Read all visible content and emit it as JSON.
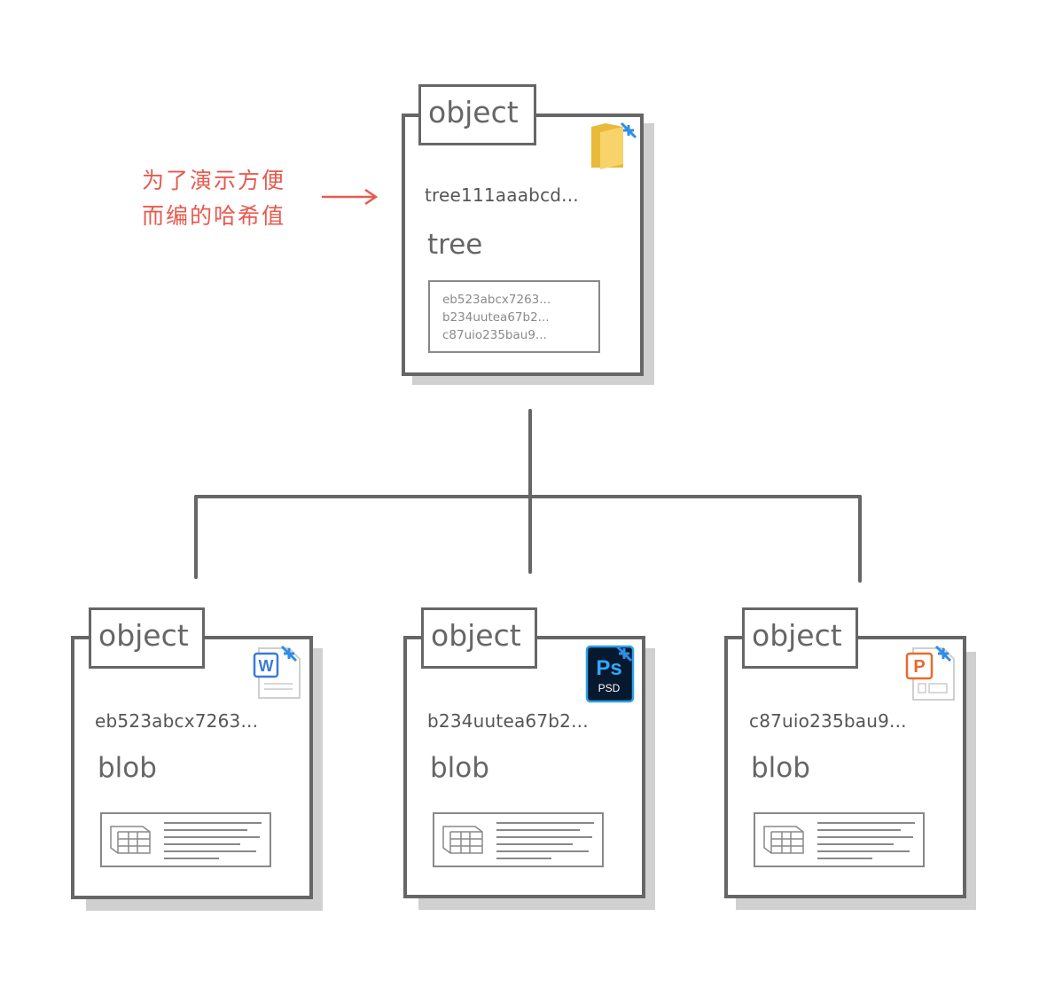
{
  "annotation": {
    "line1": "为了演示方便",
    "line2": "而编的哈希值"
  },
  "tree": {
    "tag": "object",
    "hash": "tree111aaabcd...",
    "type": "tree",
    "icon": "folder-icon",
    "entries": [
      "eb523abcx7263...",
      "b234uutea67b2...",
      "c87uio235bau9..."
    ]
  },
  "blobs": [
    {
      "tag": "object",
      "hash": "eb523abcx7263...",
      "type": "blob",
      "icon": "word-document-icon",
      "icon_label": "W"
    },
    {
      "tag": "object",
      "hash": "b234uutea67b2...",
      "type": "blob",
      "icon": "photoshop-psd-icon",
      "icon_label": "Ps",
      "icon_sublabel": "PSD"
    },
    {
      "tag": "object",
      "hash": "c87uio235bau9...",
      "type": "blob",
      "icon": "powerpoint-document-icon",
      "icon_label": "P"
    }
  ],
  "colors": {
    "border": "#666666",
    "shadow": "#d0d0d0",
    "annotation": "#e85a4f",
    "link_badge": "#2f8de4",
    "folder": "#f5c84c"
  }
}
